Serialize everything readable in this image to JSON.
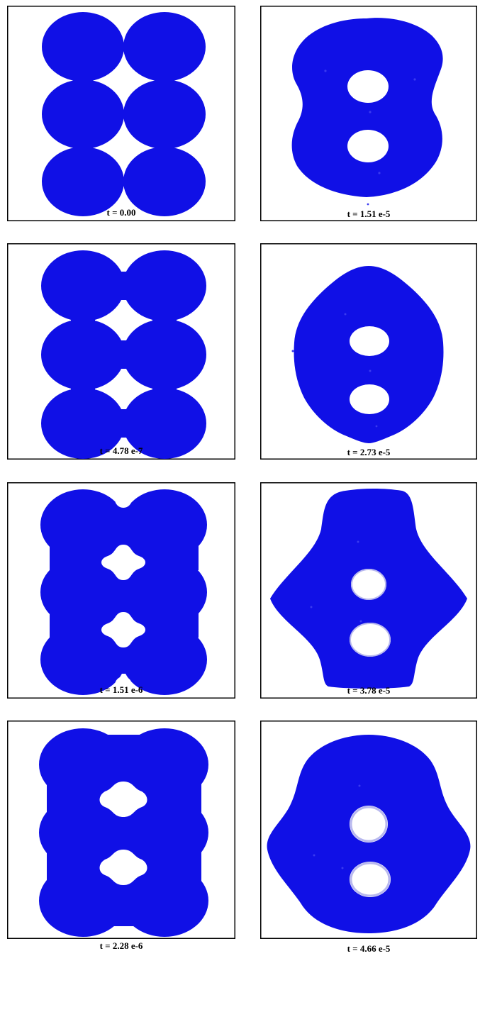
{
  "colors": {
    "fluid": "#1010e6",
    "frame": "#000000",
    "background": "#ffffff",
    "hole_rim": "#c8c8f0"
  },
  "panels": [
    {
      "id": "p1",
      "label": "t = 0.00"
    },
    {
      "id": "p2",
      "label": "t = 1.51 e-5"
    },
    {
      "id": "p3",
      "label": "t = 4.78 e-7"
    },
    {
      "id": "p4",
      "label": "t = 2.73 e-5"
    },
    {
      "id": "p5",
      "label": "t = 1.51 e-6"
    },
    {
      "id": "p6",
      "label": "t = 3.78 e-5"
    },
    {
      "id": "p7",
      "label": "t = 2.28 e-6"
    },
    {
      "id": "p8",
      "label": "t = 4.66 e-5"
    }
  ]
}
